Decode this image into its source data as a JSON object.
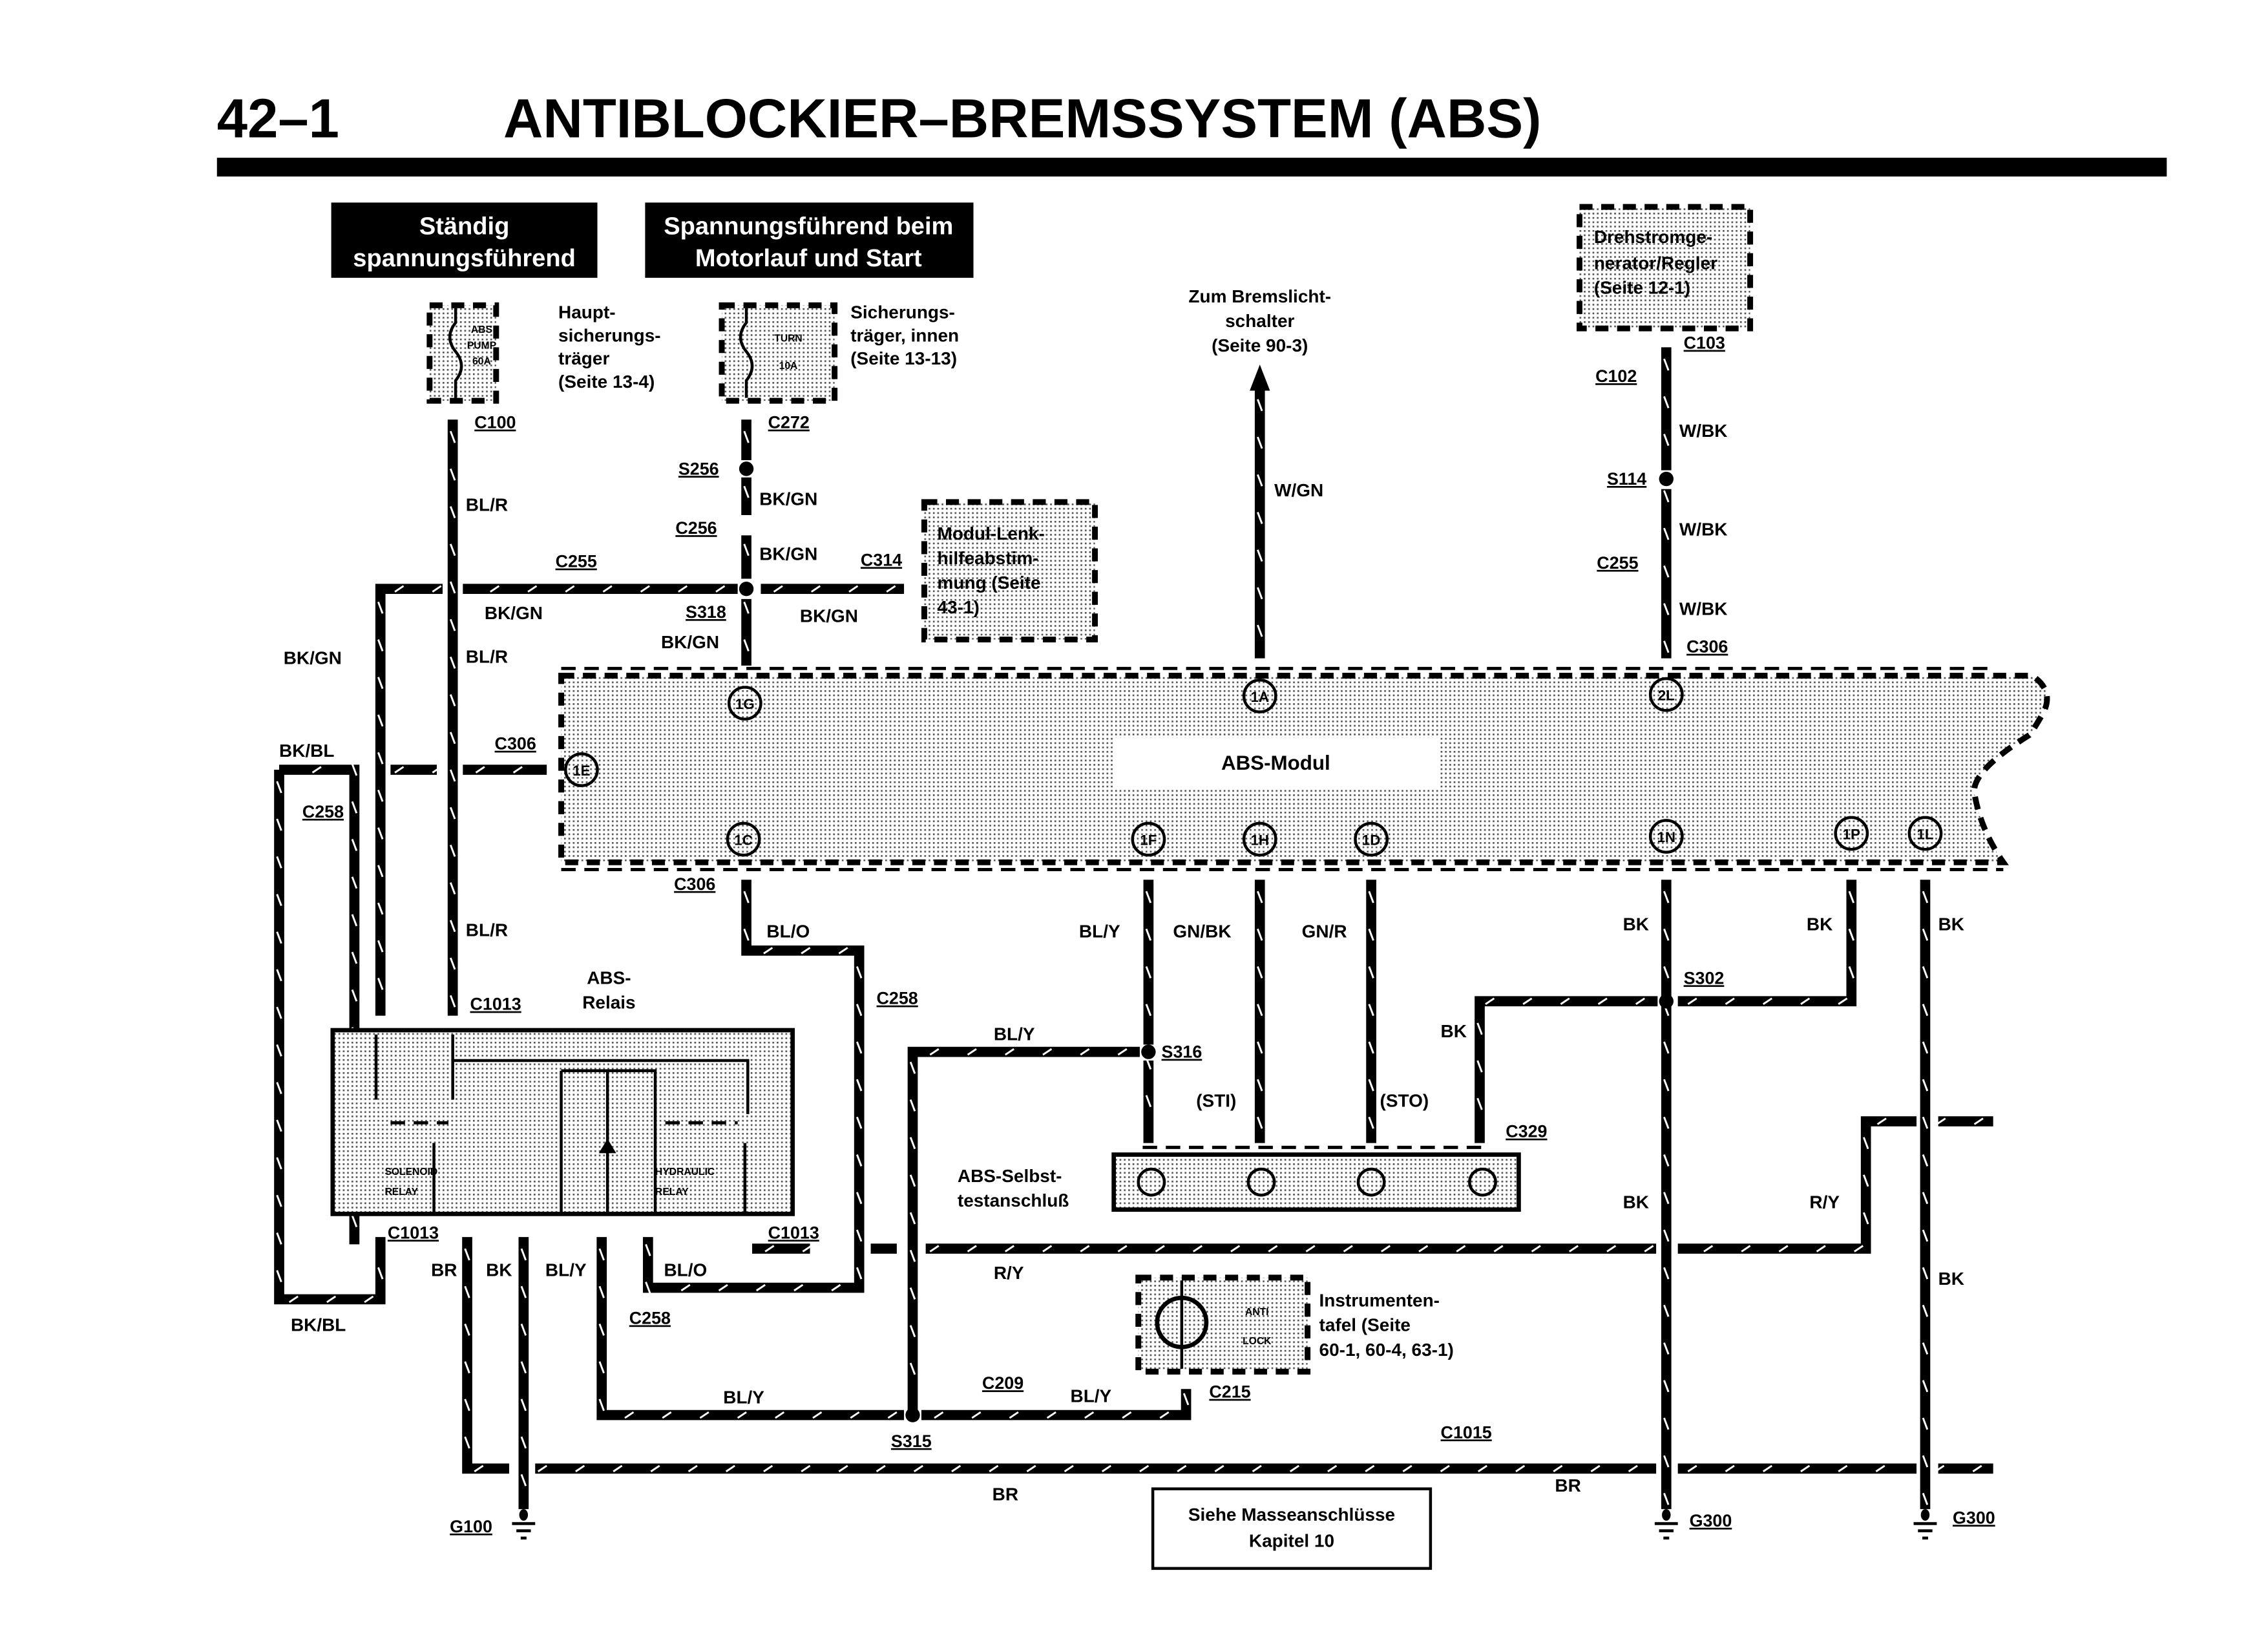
{
  "header": {
    "page_number": "42–1",
    "title": "ANTIBLOCKIER–BREMSSYSTEM (ABS)"
  },
  "power_labels": {
    "always_hot": [
      "Ständig",
      "spannungsführend"
    ],
    "run_start": [
      "Spannungsführend beim",
      "Motorlauf und Start"
    ]
  },
  "components": {
    "main_fuse": {
      "fuse_text": [
        "ABS",
        "PUMP",
        "60A"
      ],
      "caption": [
        "Haupt-",
        "sicherungs-",
        "träger",
        "(Seite 13-4)"
      ]
    },
    "inner_fuse": {
      "fuse_text": [
        "TURN",
        "10A"
      ],
      "caption": [
        "Sicherungs-",
        "träger, innen",
        "(Seite 13-13)"
      ]
    },
    "brake_switch": [
      "Zum Bremslicht-",
      "schalter",
      "(Seite 90-3)"
    ],
    "alternator": [
      "Drehstromge-",
      "nerator/Regler",
      "(Seite 12-1)"
    ],
    "steering_module": [
      "Modul-Lenk-",
      "hilfeabstim-",
      "mung (Seite",
      "43-1)"
    ],
    "abs_module": "ABS-Modul",
    "abs_relay": [
      "ABS-",
      "Relais"
    ],
    "solenoid_relay": [
      "SOLENOID",
      "RELAY"
    ],
    "hydraulic_relay": [
      "HYDRAULIC",
      "RELAY"
    ],
    "self_test": [
      "ABS-Selbst-",
      "testanschluß"
    ],
    "anti_lock_lamp": [
      "ANTI",
      "LOCK"
    ],
    "instrument_panel": [
      "Instrumenten-",
      "tafel (Seite",
      "60-1, 60-4, 63-1)"
    ],
    "ground_note": [
      "Siehe Masseanschlüsse",
      "Kapitel 10"
    ]
  },
  "module_pins": [
    "1G",
    "1A",
    "2L",
    "1E",
    "1C",
    "1F",
    "1H",
    "1D",
    "1N",
    "1P",
    "1L"
  ],
  "connectors": {
    "c100": "C100",
    "c272": "C272",
    "s256": "S256",
    "c256": "C256",
    "c314": "C314",
    "s318": "S318",
    "c255_left": "C255",
    "c306_1e": "C306",
    "c258_left": "C258",
    "c306_1c": "C306",
    "c258_mid": "C258",
    "c1013_top": "C1013",
    "c1013_bl": "C1013",
    "c1013_br": "C1013",
    "c258_low": "C258",
    "s316": "S316",
    "s315": "S315",
    "c209": "C209",
    "c215": "C215",
    "c329": "C329",
    "c1015": "C1015",
    "c103": "C103",
    "c102": "C102",
    "s114": "S114",
    "c255_right": "C255",
    "c306_2l": "C306",
    "s302": "S302",
    "g100": "G100",
    "g300_a": "G300",
    "g300_b": "G300"
  },
  "wire_colors": {
    "bl_r_1": "BL/R",
    "bl_r_2": "BL/R",
    "bl_r_3": "BL/R",
    "bk_gn_1": "BK/GN",
    "bk_gn_2": "BK/GN",
    "bk_gn_3": "BK/GN",
    "bk_gn_4": "BK/GN",
    "bk_gn_5": "BK/GN",
    "bk_gn_6": "BK/GN",
    "bk_bl_1": "BK/BL",
    "bk_bl_2": "BK/BL",
    "w_gn": "W/GN",
    "w_bk_1": "W/BK",
    "w_bk_2": "W/BK",
    "w_bk_3": "W/BK",
    "bl_o_1": "BL/O",
    "bl_o_2": "BL/O",
    "bl_y_1": "BL/Y",
    "bl_y_2": "BL/Y",
    "bl_y_3": "BL/Y",
    "bl_y_4": "BL/Y",
    "bl_y_5": "BL/Y",
    "gn_bk": "GN/BK",
    "gn_r": "GN/R",
    "sti": "(STI)",
    "sto": "(STO)",
    "bk_1": "BK",
    "bk_2": "BK",
    "bk_3": "BK",
    "bk_4": "BK",
    "bk_5": "BK",
    "bk_6": "BK",
    "bk_7": "BK",
    "r_y_1": "R/Y",
    "r_y_2": "R/Y",
    "br_1": "BR",
    "br_2": "BR",
    "br_3": "BR"
  }
}
